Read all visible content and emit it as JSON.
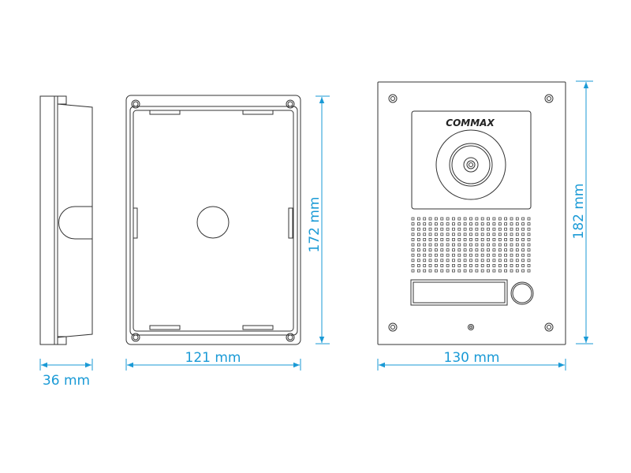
{
  "brand": "COMMAX",
  "dimensions": {
    "depth": "36 mm",
    "box_width": "121 mm",
    "box_height": "172 mm",
    "panel_width": "130 mm",
    "panel_height": "182 mm"
  },
  "colors": {
    "dimension": "#1a9ad6",
    "outline": "#333333"
  },
  "grille": {
    "columns": 21,
    "rows": 11
  }
}
